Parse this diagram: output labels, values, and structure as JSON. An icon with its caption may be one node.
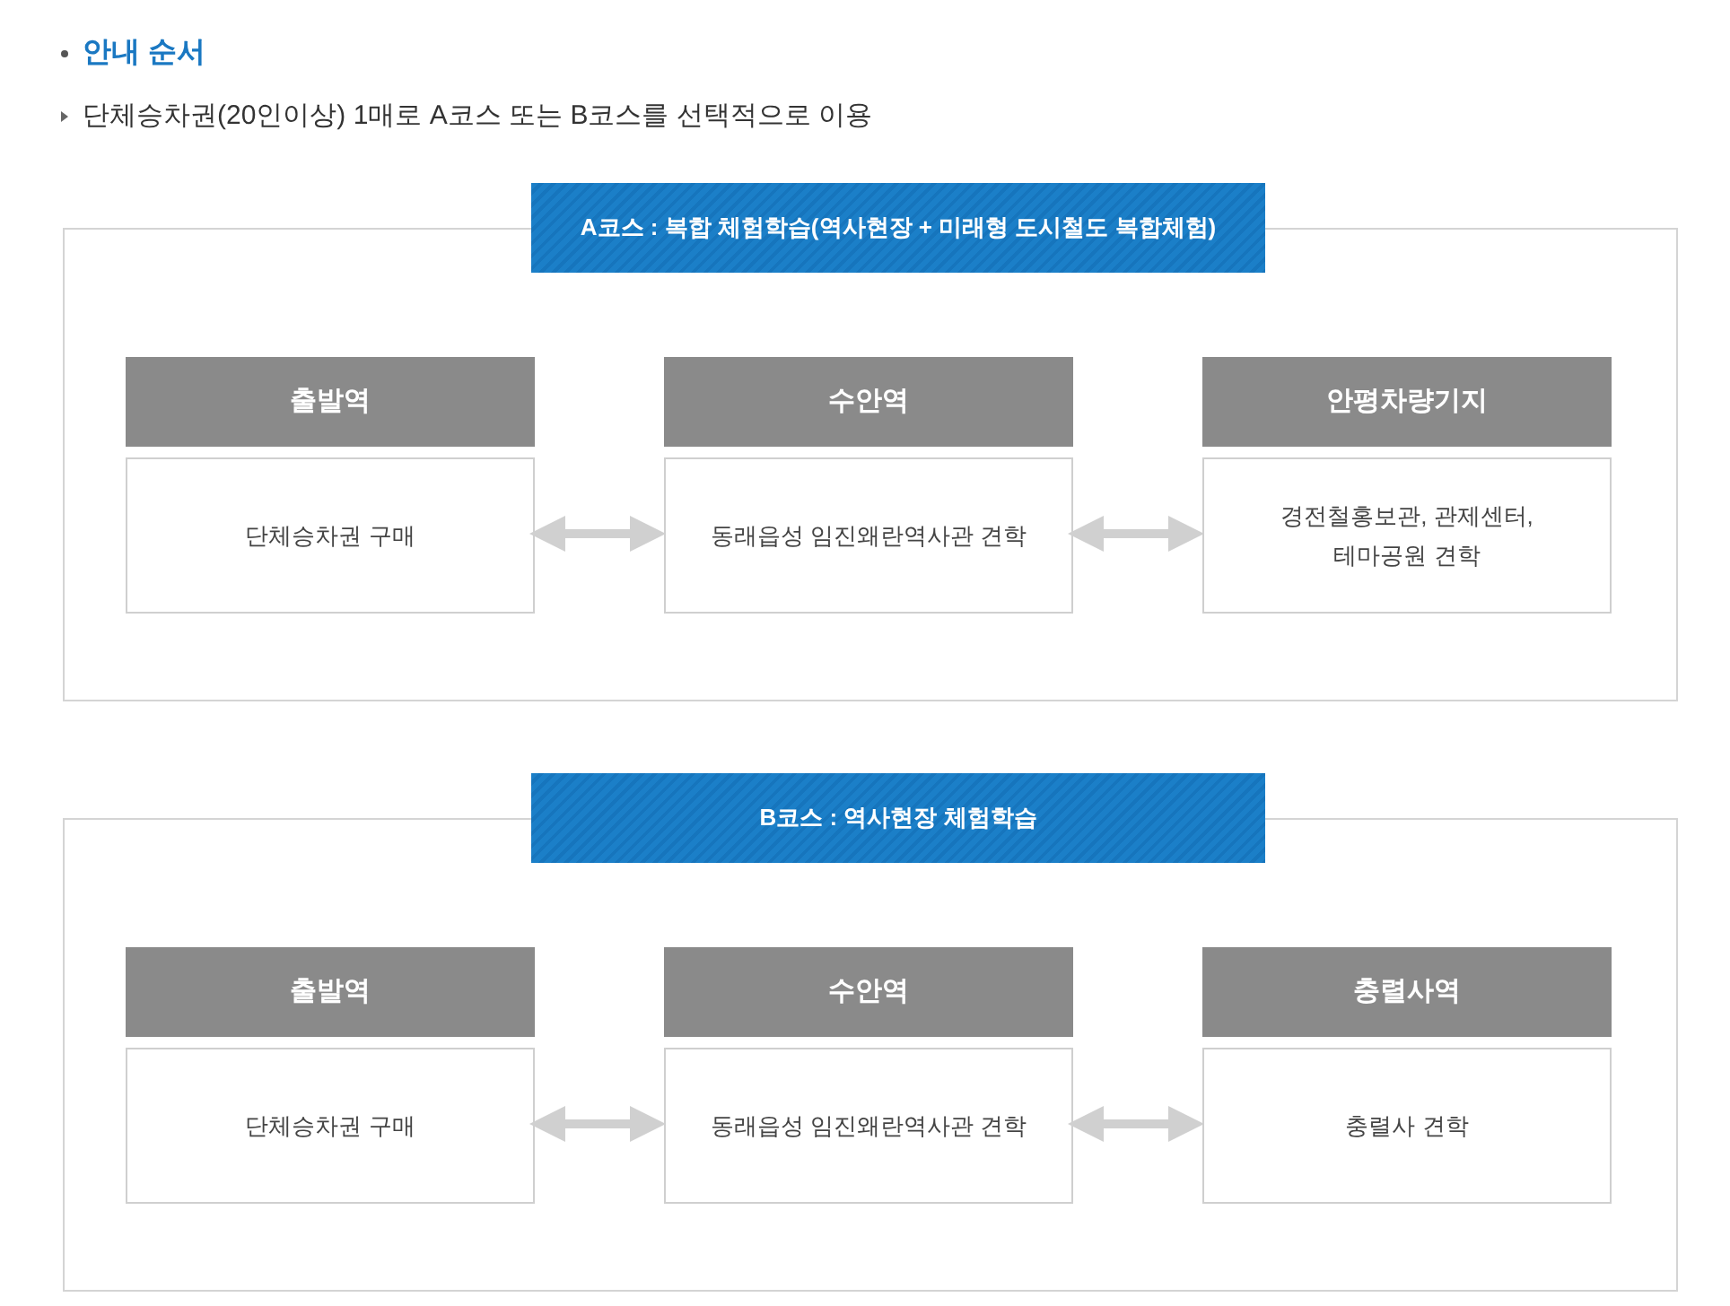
{
  "diagram": {
    "title": "안내 순서",
    "nodes": [
      {
        "text": [
          "A코스 : 복합 체험학습(역사현장 + 미래형 도시철도 복합체험)"
        ]
      },
      {
        "text": [
          "출발역"
        ],
        "in": 0
      },
      {
        "text": [
          "단체승차권 구매"
        ],
        "in": 0
      },
      {
        "text": [
          "수안역"
        ],
        "in": 0
      },
      {
        "text": [
          "동래읍성 임진왜란역사관 견학"
        ],
        "in": 0
      },
      {
        "text": [
          "안평차량기지"
        ],
        "in": 0
      },
      {
        "text": [
          "경전철홍보관, 관제센터, 테마공원 견학"
        ],
        "in": 0
      },
      {
        "text": [
          "B코스 : 역사현장 체험학습"
        ]
      },
      {
        "text": [
          "출발역"
        ],
        "in": 7
      },
      {
        "text": [
          "단체승차권 구매"
        ],
        "in": 7
      },
      {
        "text": [
          "수안역"
        ],
        "in": 7
      },
      {
        "text": [
          "동래읍성 임진왜란역사관 견학"
        ],
        "in": 7
      },
      {
        "text": [
          "충렬사역"
        ],
        "in": 7
      },
      {
        "text": [
          "충렬사 견학"
        ],
        "in": 7
      }
    ],
    "edges": [
      {
        "from": 2,
        "to": 4,
        "arrow": "both"
      },
      {
        "from": 4,
        "to": 6,
        "arrow": "both"
      },
      {
        "from": 9,
        "to": 11,
        "arrow": "both"
      },
      {
        "from": 11,
        "to": 13,
        "arrow": "both"
      }
    ],
    "labels": [
      "단체승차권(20인이상) 1매로 A코스 또는 B코스를 선택적으로 이용"
    ]
  }
}
